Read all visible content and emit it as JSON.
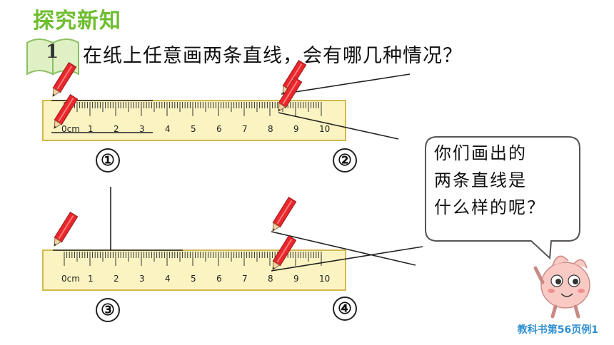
{
  "header": {
    "section_title": "探究新知"
  },
  "problem": {
    "number": "1",
    "question": "在纸上任意画两条直线，会有哪几种情况？"
  },
  "ruler": {
    "unit": "cm",
    "labels": [
      "0cm",
      "1",
      "2",
      "3",
      "4",
      "5",
      "6",
      "7",
      "8",
      "9",
      "10"
    ]
  },
  "cases": [
    "①",
    "②",
    "③",
    "④"
  ],
  "bubble": {
    "lines": [
      "你们画出的",
      "两条直线是",
      "什么样的呢？"
    ]
  },
  "footer": {
    "reference": "教科书第56页例1"
  },
  "colors": {
    "title_green": "#6dbe2f",
    "ruler_fill": "#fbf4c2",
    "pencil_red": "#e8262b",
    "footer_blue": "#2f8fd0"
  }
}
